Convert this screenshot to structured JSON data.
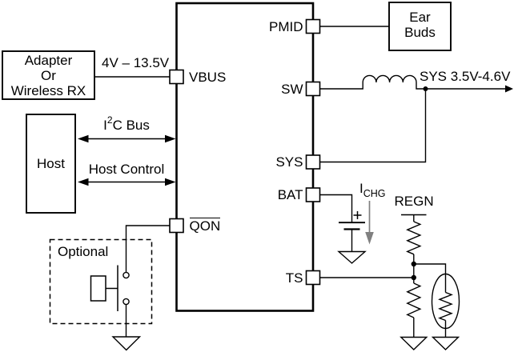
{
  "colors": {
    "ink": "#000000",
    "background": "#ffffff",
    "current_arrow_gray": "#808080"
  },
  "ic": {
    "pins": {
      "vbus": "VBUS",
      "qon": "QON",
      "pmid": "PMID",
      "sw": "SW",
      "sys": "SYS",
      "bat": "BAT",
      "ts": "TS"
    }
  },
  "blocks": {
    "adapter": {
      "line1": "Adapter",
      "line2": "Or",
      "line3": "Wireless RX"
    },
    "host": {
      "label": "Host"
    },
    "earbuds": {
      "line1": "Ear",
      "line2": "Buds"
    },
    "optional": {
      "label": "Optional"
    }
  },
  "labels": {
    "vbus_range": "4V – 13.5V",
    "i2c_base": "I",
    "i2c_sup": "2",
    "i2c_rest": "C Bus",
    "host_control": "Host Control",
    "sys_output": "SYS 3.5V-4.6V",
    "ichg_base": "I",
    "ichg_sub": "CHG",
    "regn": "REGN"
  }
}
